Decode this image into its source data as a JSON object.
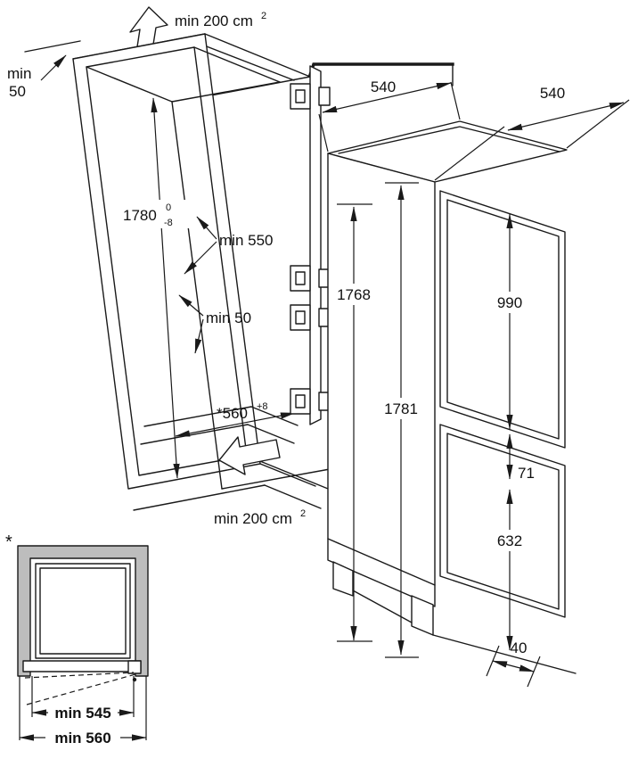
{
  "niche": {
    "vent_top": {
      "text": "min 200 cm",
      "sup": "2"
    },
    "top_clearance": {
      "line1": "min",
      "line2": "50"
    },
    "height": {
      "value": "1780",
      "tol_plus": "0",
      "tol_minus": "-8"
    },
    "depth": "min 550",
    "rear_clearance": "min 50",
    "width": {
      "value": "*560",
      "sup": "+8"
    },
    "vent_bottom": {
      "text": "min 200 cm",
      "sup": "2"
    }
  },
  "appliance": {
    "top_depth": "540",
    "total_depth": "540",
    "height": "1768",
    "height_overall": "1781",
    "upper_door": "990",
    "door_gap": "71",
    "lower_door": "632",
    "plinth_recess": "40"
  },
  "detail": {
    "marker": "*",
    "inner_width": "min 545",
    "outer_width": "min 560"
  }
}
